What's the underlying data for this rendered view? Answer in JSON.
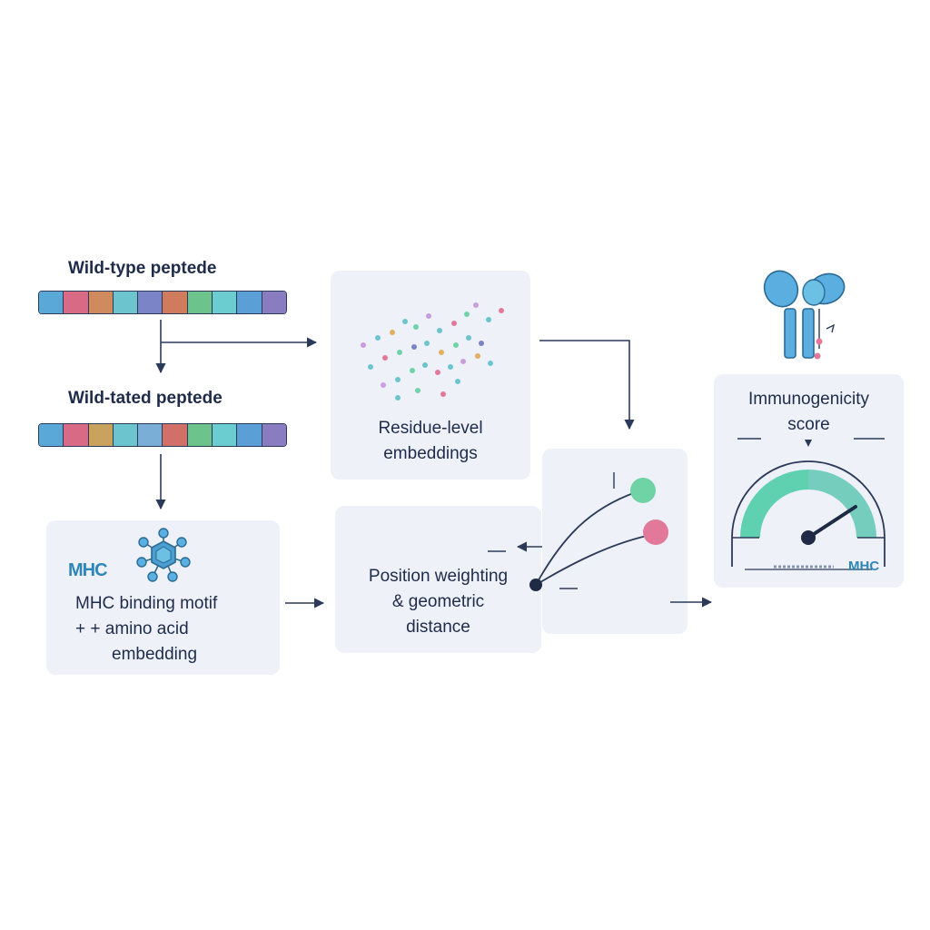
{
  "diagram": {
    "wild_type": {
      "title": "Wild-type peptede",
      "colors": [
        "#5aa8d8",
        "#d96a86",
        "#cf8a5e",
        "#6cc4cf",
        "#7a84c6",
        "#d07a5e",
        "#6cc48c",
        "#6ccdd0",
        "#5a9fd6",
        "#8a7cc0"
      ]
    },
    "mutated": {
      "title": "Wild-tated peptede",
      "colors": [
        "#5aa8d8",
        "#d96a86",
        "#c9a35e",
        "#6cc4cf",
        "#7aaed6",
        "#d07068",
        "#6cc48c",
        "#6ccdd0",
        "#5a9fd6",
        "#8a7cc0"
      ]
    },
    "embeddings": {
      "line1": "Residue-level",
      "line2": "embeddings"
    },
    "mhc_panel": {
      "logo": "MHC",
      "line1": "MHC binding motif",
      "line2": "+ +  amino acid",
      "line3": "embedding"
    },
    "position_panel": {
      "line1": "Position weighting",
      "line2": "& geometric",
      "line3": "distance"
    },
    "score_panel": {
      "line1": "Immunogenicity",
      "line2": "score",
      "gauge_label": "MHC"
    },
    "colors": {
      "panel_bg": "#eef1f8",
      "arrow": "#2c3a5a",
      "gauge_teal": "#5fd1b0",
      "gauge_blue": "#7cc6dc",
      "node_green": "#6fd3a6",
      "node_pink": "#e2789a",
      "antibody_blue": "#5aaee0"
    }
  }
}
